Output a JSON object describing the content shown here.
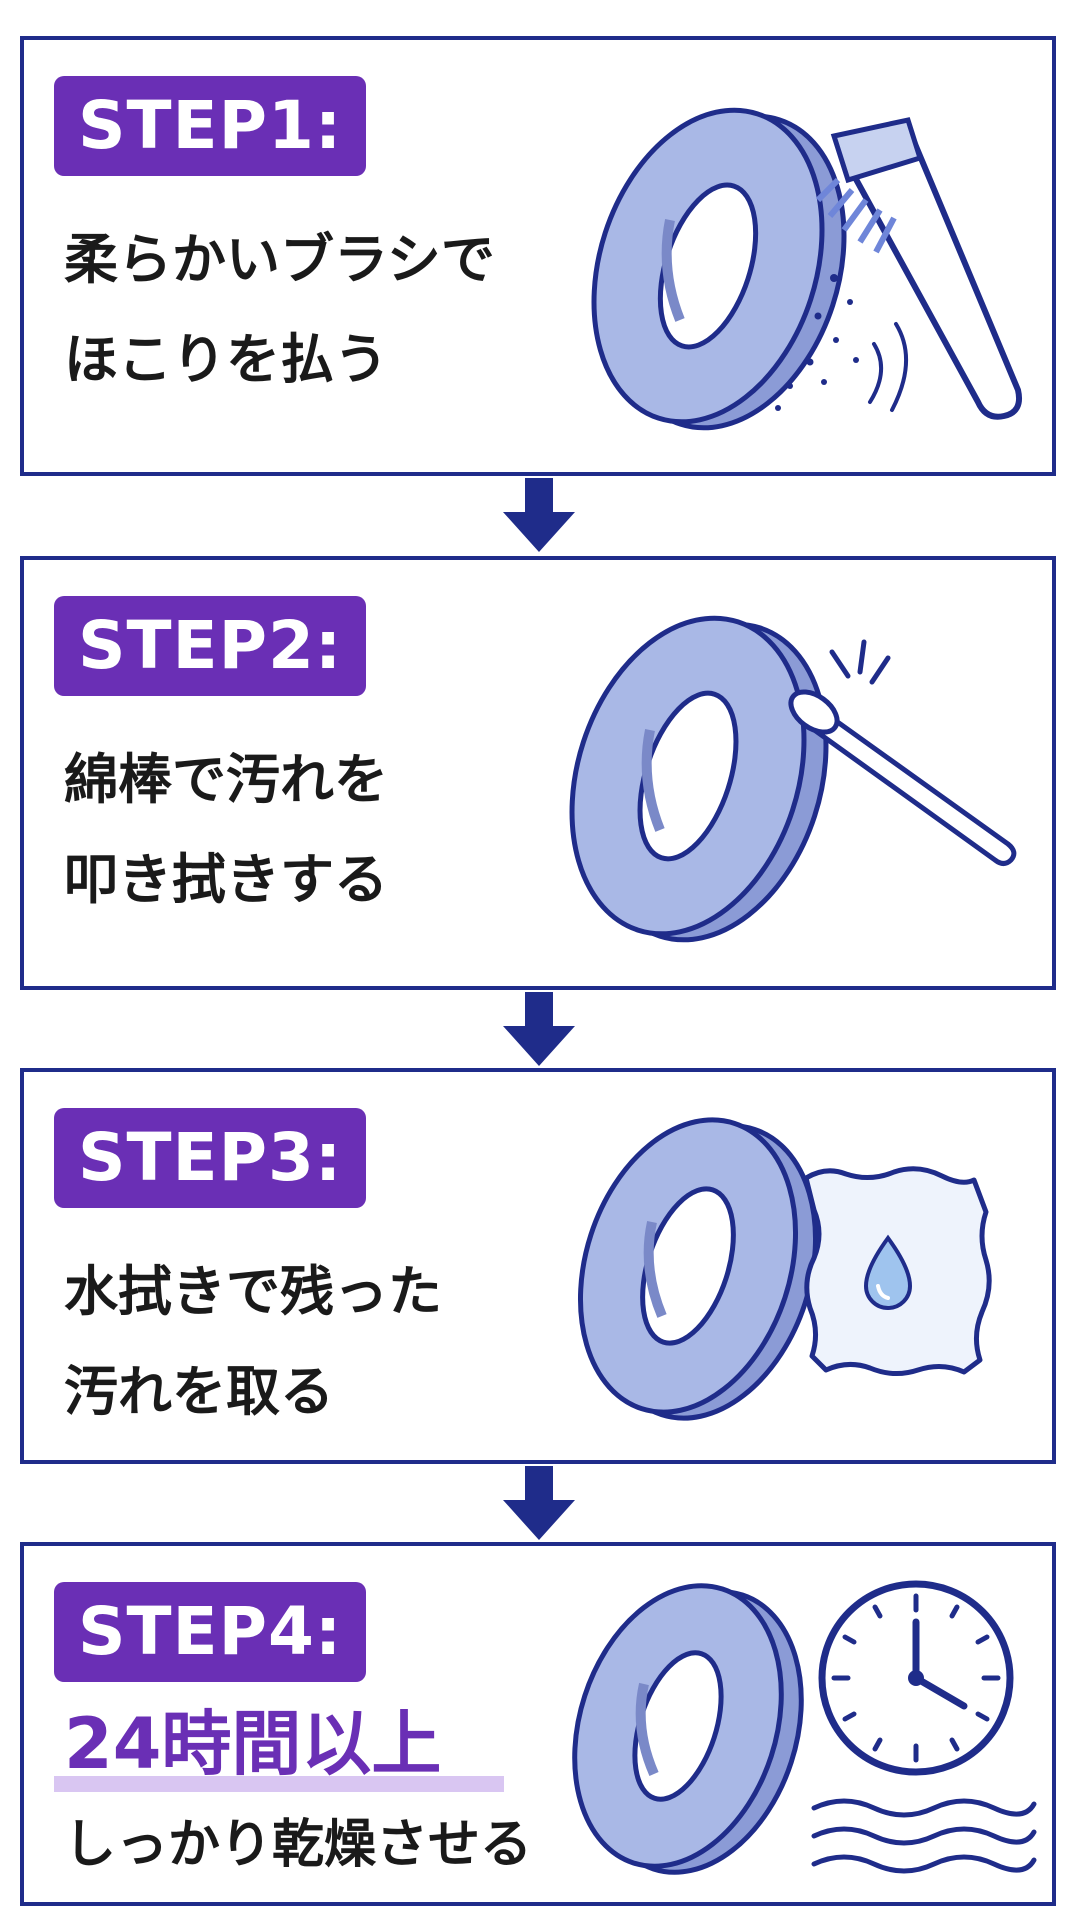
{
  "steps": [
    {
      "badge": "STEP1:",
      "lines": [
        "柔らかいブラシで",
        "ほこりを払う"
      ],
      "icons": [
        "ring-icon",
        "brush-icon"
      ]
    },
    {
      "badge": "STEP2:",
      "lines": [
        "綿棒で汚れを",
        "叩き拭きする"
      ],
      "icons": [
        "ring-icon",
        "cotton-swab-icon"
      ]
    },
    {
      "badge": "STEP3:",
      "lines": [
        "水拭きで残った",
        "汚れを取る"
      ],
      "icons": [
        "ring-icon",
        "wet-cloth-icon"
      ]
    },
    {
      "badge": "STEP4:",
      "highlight": "24時間以上",
      "line": "しっかり乾燥させる",
      "icons": [
        "ring-icon",
        "clock-icon",
        "airflow-icon"
      ]
    }
  ],
  "colors": {
    "border": "#1f2c8a",
    "badge": "#6a2fb5",
    "ring_fill": "#a9b8e6",
    "highlight_text": "#6a2fb5",
    "highlight_bar": "#d9c6f2"
  }
}
